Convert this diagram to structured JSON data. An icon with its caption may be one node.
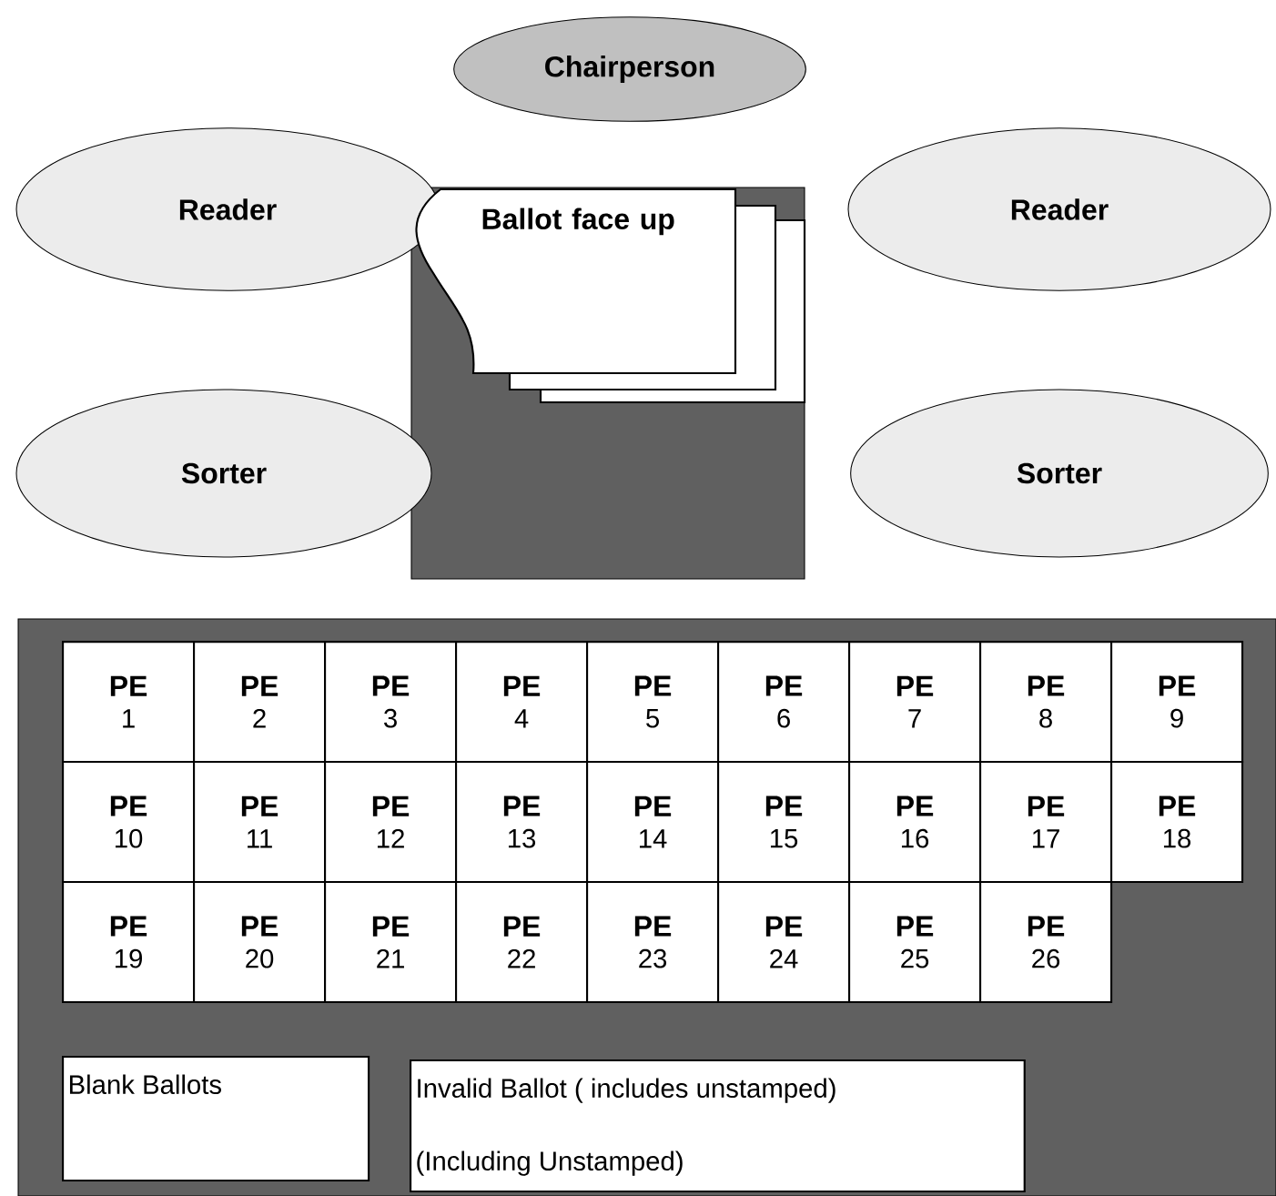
{
  "diagram": {
    "nodes": [
      {
        "text": [
          "Chairperson"
        ]
      },
      {
        "text": [
          "Reader"
        ]
      },
      {
        "text": [
          "Ballot face up"
        ]
      },
      {
        "text": [
          "Reader"
        ]
      },
      {
        "text": [
          "Sorter"
        ]
      },
      {
        "text": [
          "Sorter"
        ]
      },
      {
        "text": [
          "PE",
          "1"
        ]
      },
      {
        "text": [
          "PE",
          "2"
        ]
      },
      {
        "text": [
          "PE",
          "3"
        ]
      },
      {
        "text": [
          "PE",
          "4"
        ]
      },
      {
        "text": [
          "PE",
          "5"
        ]
      },
      {
        "text": [
          "PE",
          "6"
        ]
      },
      {
        "text": [
          "PE",
          "7"
        ]
      },
      {
        "text": [
          "PE",
          "8"
        ]
      },
      {
        "text": [
          "PE",
          "9"
        ]
      },
      {
        "text": [
          "PE",
          "10"
        ]
      },
      {
        "text": [
          "PE",
          "11"
        ]
      },
      {
        "text": [
          "PE",
          "12"
        ]
      },
      {
        "text": [
          "PE",
          "13"
        ]
      },
      {
        "text": [
          "PE",
          "14"
        ]
      },
      {
        "text": [
          "PE",
          "15"
        ]
      },
      {
        "text": [
          "PE",
          "16"
        ]
      },
      {
        "text": [
          "PE",
          "17"
        ]
      },
      {
        "text": [
          "PE",
          "18"
        ]
      },
      {
        "text": [
          "PE",
          "19"
        ]
      },
      {
        "text": [
          "PE",
          "20"
        ]
      },
      {
        "text": [
          "PE",
          "21"
        ]
      },
      {
        "text": [
          "PE",
          "22"
        ]
      },
      {
        "text": [
          "PE",
          "23"
        ]
      },
      {
        "text": [
          "PE",
          "24"
        ]
      },
      {
        "text": [
          "PE",
          "25"
        ]
      },
      {
        "text": [
          "PE",
          "26"
        ]
      },
      {
        "text": [
          "Blank Ballots"
        ]
      },
      {
        "text": [
          "Invalid Ballot ( includes unstamped)",
          "(Including Unstamped)"
        ]
      }
    ]
  }
}
